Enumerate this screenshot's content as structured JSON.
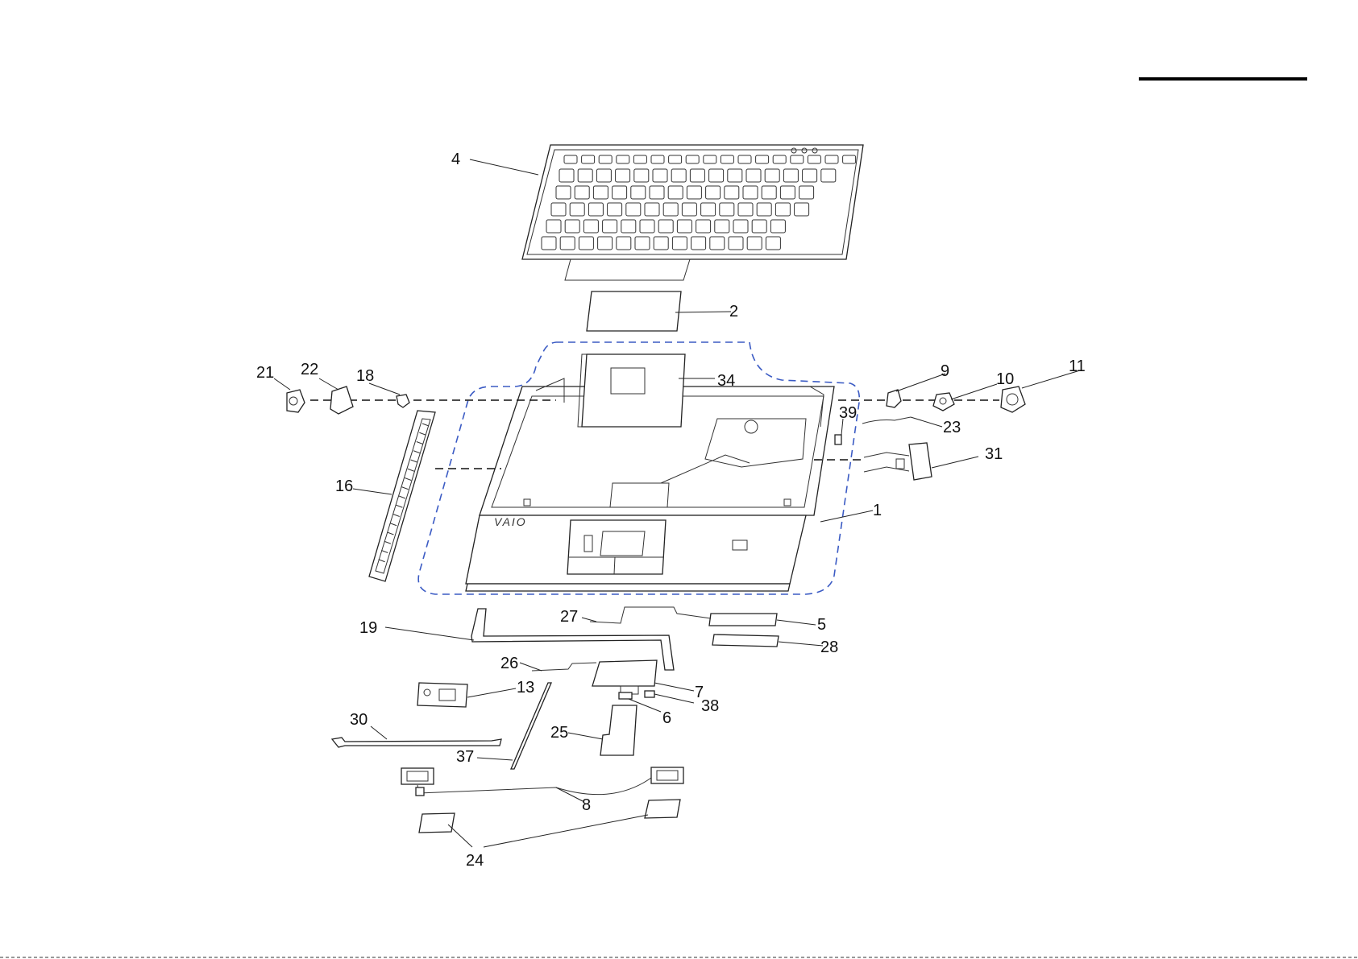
{
  "labels": {
    "p1": "1",
    "p2": "2",
    "p4": "4",
    "p5": "5",
    "p6": "6",
    "p7": "7",
    "p8": "8",
    "p9": "9",
    "p10": "10",
    "p11": "11",
    "p13": "13",
    "p16": "16",
    "p18": "18",
    "p19": "19",
    "p21": "21",
    "p22": "22",
    "p23": "23",
    "p24": "24",
    "p25": "25",
    "p26": "26",
    "p27": "27",
    "p28": "28",
    "p30": "30",
    "p31": "31",
    "p34": "34",
    "p37": "37",
    "p38": "38",
    "p39": "39"
  },
  "logo_text": "VAIO"
}
